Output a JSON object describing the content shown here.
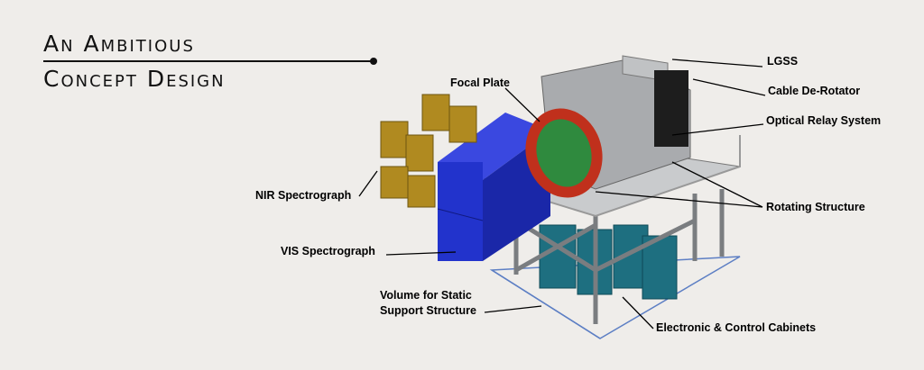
{
  "slide": {
    "title_line1": "An Ambitious",
    "title_line2": "Concept Design"
  },
  "labels": {
    "lgss": "LGSS",
    "cable_derotator": "Cable De-Rotator",
    "optical_relay": "Optical Relay System",
    "focal_plate": "Focal Plate",
    "nir_spectrograph": "NIR Spectrograph",
    "rotating_structure": "Rotating Structure",
    "vis_spectrograph": "VIS Spectrograph",
    "static_support_line1": "Volume for Static",
    "static_support_line2": "Support Structure",
    "cabinets": "Electronic & Control Cabinets"
  },
  "colors": {
    "background": "#efedea",
    "vis_blue": "#2233cc",
    "nir_gold": "#b08a20",
    "ring_red": "#c0301c",
    "cabinet_teal": "#1e6f80",
    "structure_grey": "#8a8d90"
  }
}
